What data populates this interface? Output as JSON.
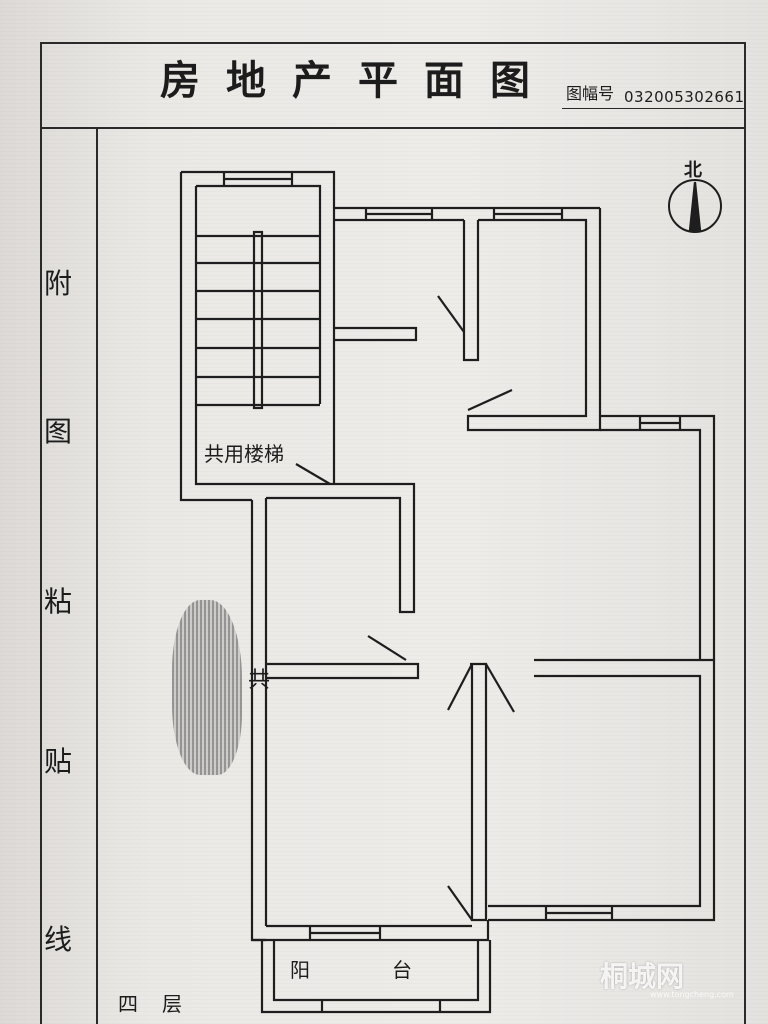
{
  "document": {
    "title": "房地产平面图",
    "sheet_label": "图幅号",
    "sheet_number": "032005302661",
    "side_text": [
      "附",
      "图",
      "粘",
      "贴",
      "线"
    ],
    "floor_label": "四层",
    "north_label": "北"
  },
  "plan": {
    "stair_label": "共用楼梯",
    "balcony_label_1": "阳",
    "balcony_label_2": "台",
    "party_wall_mark": "共"
  },
  "watermark": {
    "text": "桐城网",
    "url": "www.tongcheng.com"
  }
}
